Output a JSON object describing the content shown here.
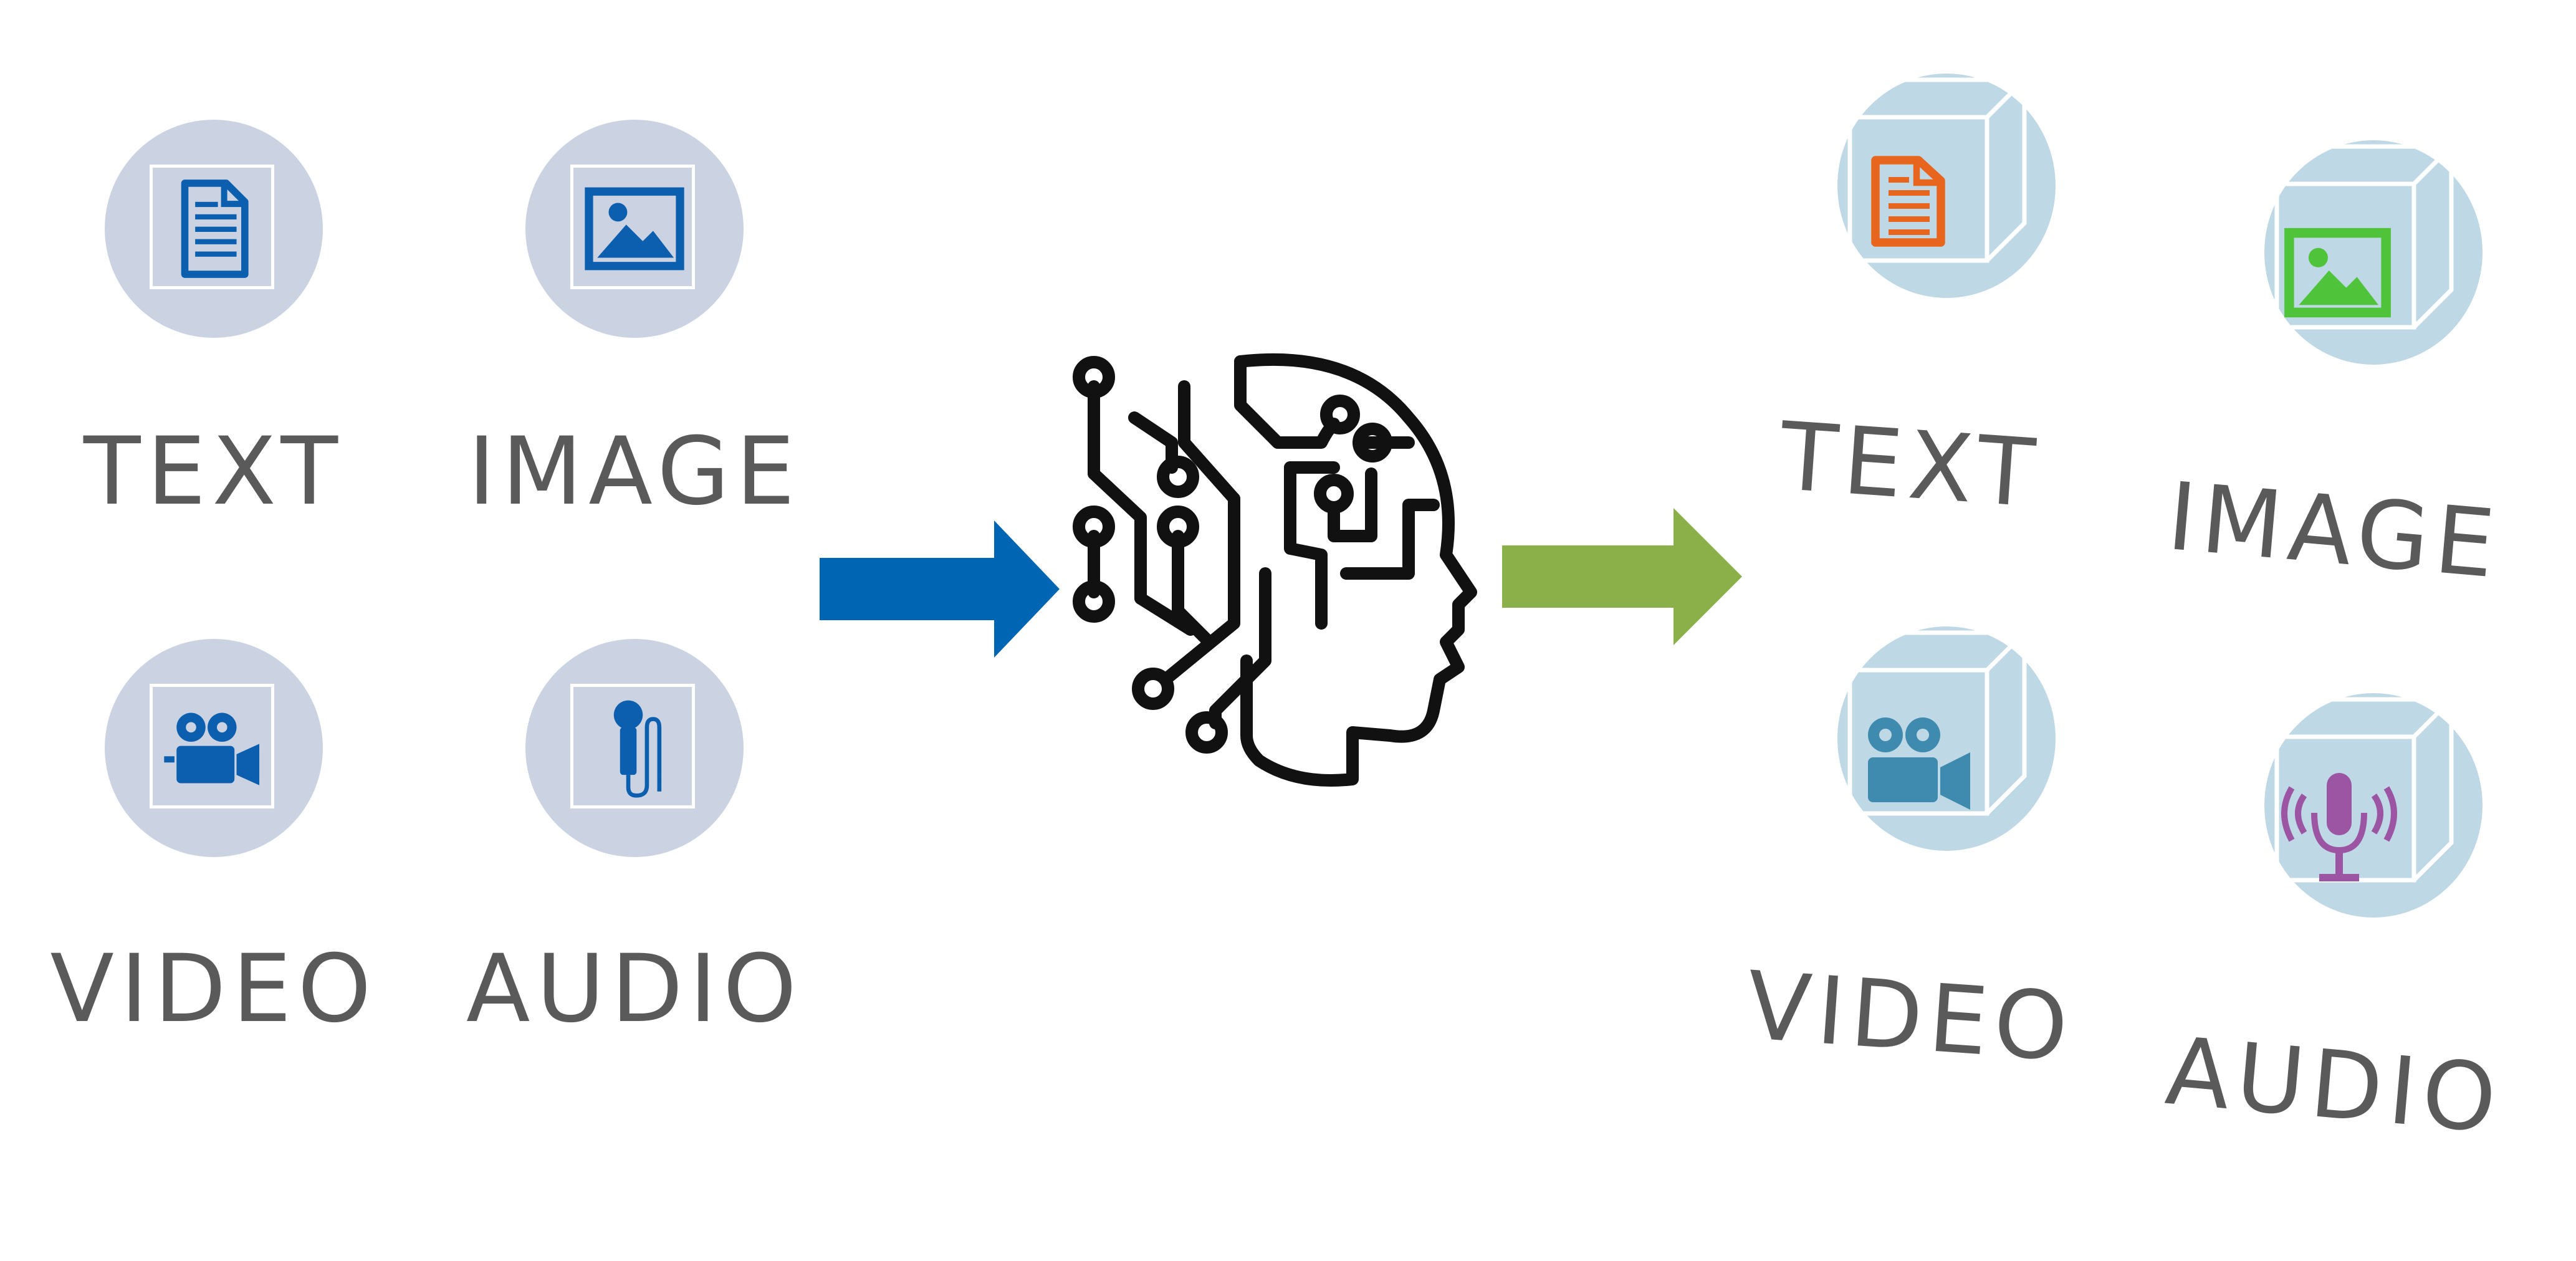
{
  "inputs": {
    "text": "TEXT",
    "image": "IMAGE",
    "video": "VIDEO",
    "audio": "AUDIO"
  },
  "outputs": {
    "text": "TEXT",
    "image": "IMAGE",
    "video": "VIDEO",
    "audio": "AUDIO"
  },
  "colors": {
    "input_icon": "#0b5fae",
    "input_circle": "#cbd3e3",
    "output_circle": "#bfd8e5",
    "arrow_in": "#0066b3",
    "arrow_out": "#8bb04a",
    "output_text_icon": "#e8651d",
    "output_image_icon": "#4fc43a",
    "output_video_icon": "#3f8bb0",
    "output_audio_icon": "#9b55a3",
    "label": "#5a5a5a"
  },
  "icons": {
    "input_text": "document-icon",
    "input_image": "picture-icon",
    "input_video": "video-camera-icon",
    "input_audio": "microphone-icon",
    "center": "ai-head-circuit-icon"
  }
}
